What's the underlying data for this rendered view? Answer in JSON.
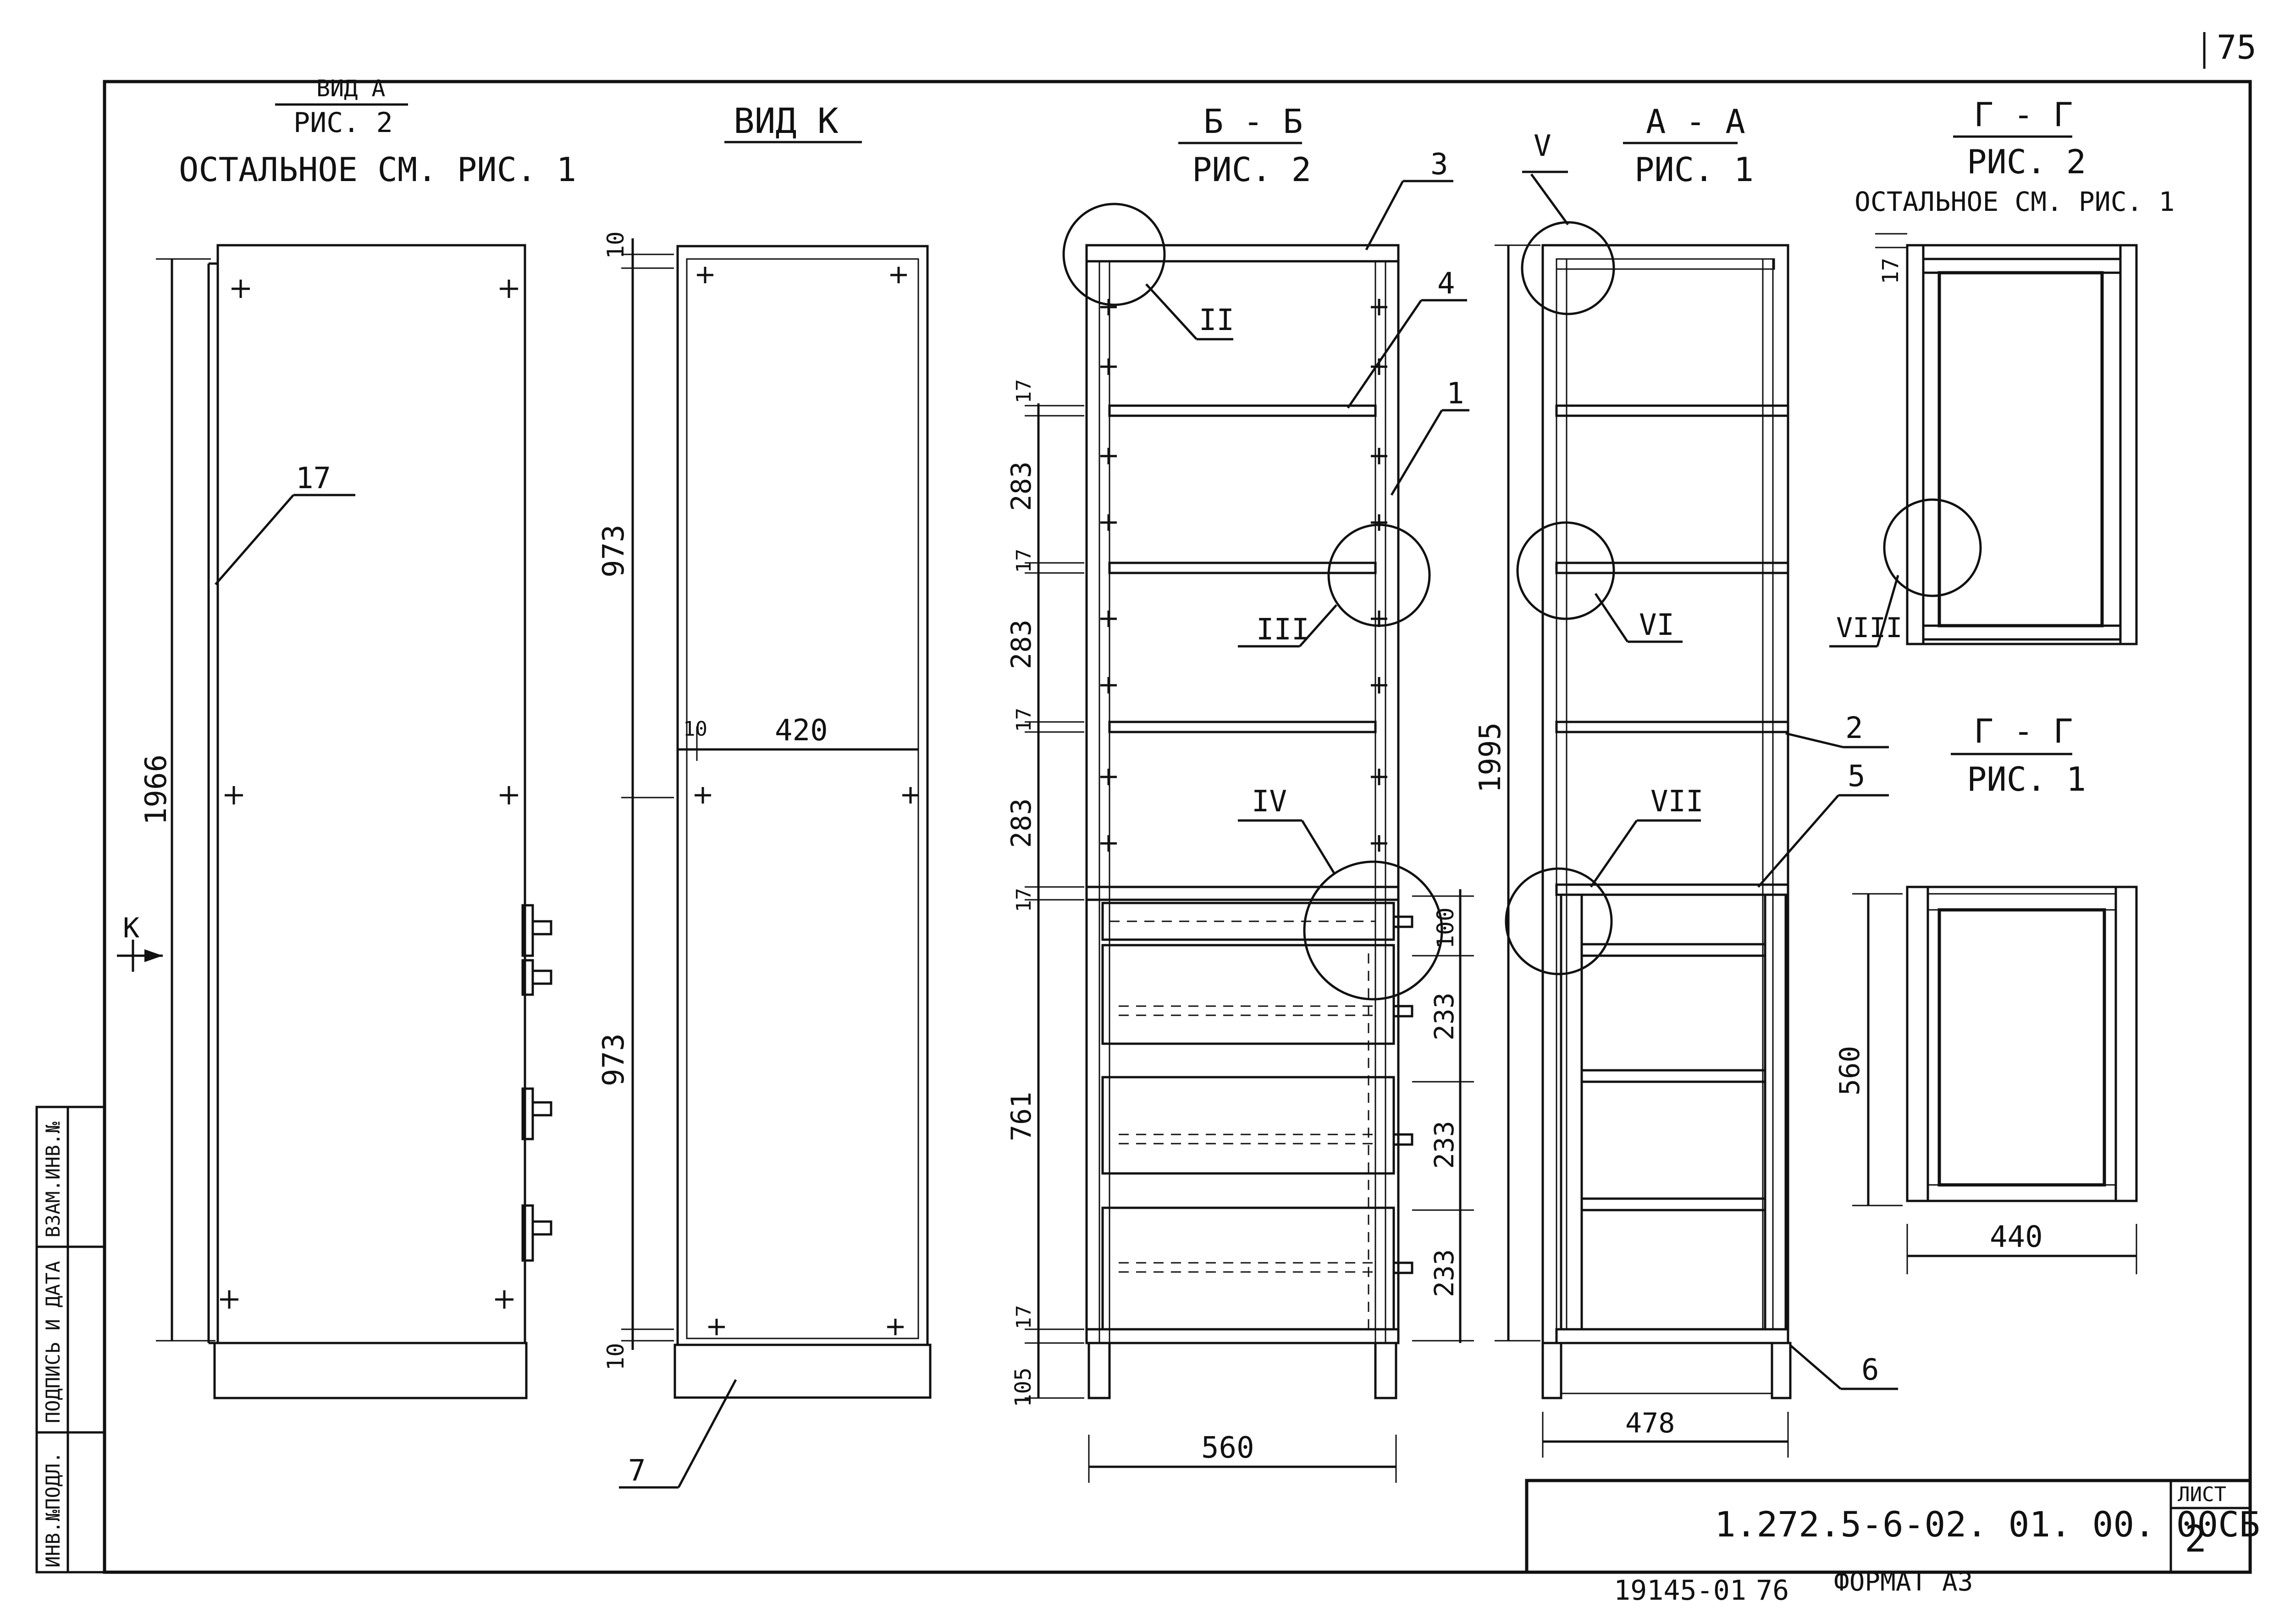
{
  "sheet": {
    "page_number": "75",
    "designation": "1.272.5-6-02. 01. 00. 00СБ",
    "sheet_label": "ЛИСТ",
    "sheet_number": "2",
    "inventory_code": "19145-01",
    "bottom_page": "76",
    "format_label": "ФОРМАТ А3"
  },
  "stamp": {
    "inv_podl": "ИНВ.№ПОДЛ.",
    "signature_date": "ПОДПИСЬ И ДАТА",
    "vzam_inv": "ВЗАМ.ИНВ.№"
  },
  "views": {
    "view_a": {
      "title_top": "ВИД А",
      "title_bottom": "РИС. 2",
      "note": "ОСТАЛЬНОЕ СМ. РИС. 1",
      "callout": "17",
      "dimension": "1966",
      "arrow_label": "К"
    },
    "view_k": {
      "title": "ВИД К",
      "dims": [
        "10",
        "973",
        "10",
        "420",
        "973",
        "10"
      ],
      "callout": "7"
    },
    "section_b": {
      "title_top": "Б - Б",
      "title_bottom": "РИС. 2",
      "callouts": [
        "3",
        "4",
        "1"
      ],
      "details": [
        "II",
        "III",
        "IV"
      ],
      "left_dims": [
        "17",
        "283",
        "17",
        "283",
        "17",
        "283",
        "17",
        "761",
        "17",
        "105"
      ],
      "right_dims": [
        "100",
        "233",
        "233",
        "233"
      ],
      "width": "560"
    },
    "section_a": {
      "title_top": "А - А",
      "title_bottom": "РИС. 1",
      "details": [
        "V",
        "VI",
        "VII"
      ],
      "callouts": [
        "2",
        "5",
        "6"
      ],
      "dimension": "1995",
      "width": "478"
    },
    "section_g1": {
      "title_top": "Г - Г",
      "title_bottom": "РИС. 2",
      "note": "ОСТАЛЬНОЕ СМ. РИС. 1",
      "dim_top": "17",
      "detail": "VIII"
    },
    "section_g2": {
      "title_top": "Г - Г",
      "title_bottom": "РИС. 1",
      "height": "560",
      "width": "440"
    }
  }
}
